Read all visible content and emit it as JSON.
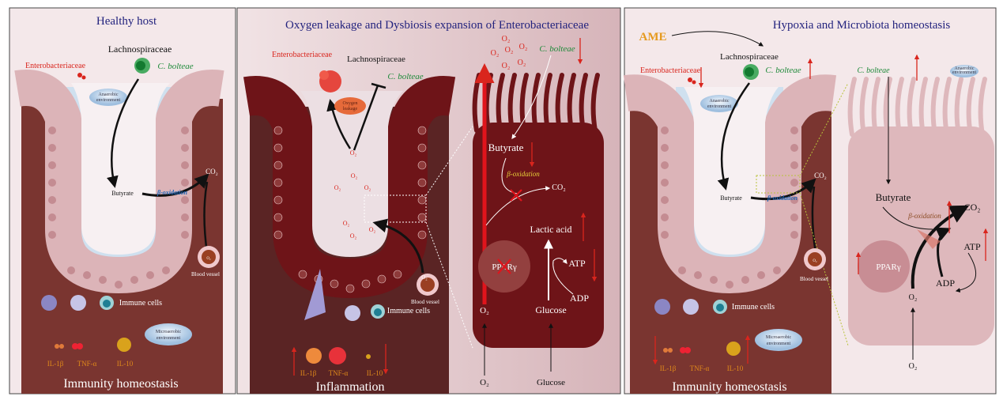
{
  "panels": [
    {
      "title": "Healthy host",
      "lachnospiraceae": "Lachnospiraceae",
      "enterobacteriaceae": "Enterobacteriaceae",
      "c_bolteae": "C. bolteae",
      "anaerobic_env": [
        "Anaerobic",
        "environment"
      ],
      "butyrate": "Butyrate",
      "beta_oxidation": "β-oxidation",
      "co2": "CO₂",
      "blood_vessel": "Blood vessel",
      "vessel_o2": "O₂",
      "immune_cells": "Immune cells",
      "microaerobic_env": [
        "Microaerobic",
        "environment"
      ],
      "il1b": "IL-1β",
      "tnfa": "TNF-α",
      "il10": "IL-10",
      "footer": "Immunity homeostasis"
    },
    {
      "title": "Oxygen leakage and Dysbiosis expansion of Enterobacteriaceae",
      "enterobacteriaceae": "Enterobacteriaceae",
      "lachnospiraceae": "Lachnospiraceae",
      "c_bolteae": "C. bolteae",
      "oxygen_leakage": [
        "Oxygen",
        "leakage"
      ],
      "o2": "O₂",
      "blood_vessel": "Blood vessel",
      "immune_cells": "Immune cells",
      "il1b": "IL-1β",
      "tnfa": "TNF-α",
      "il10": "IL-10",
      "footer": "Inflammation",
      "cell": {
        "c_bolteae": "C. bolteae",
        "butyrate": "Butyrate",
        "beta_oxidation": "β-oxidation",
        "co2": "CO₂",
        "lactic_acid": "Lactic acid",
        "ppar": "PPARγ",
        "atp": "ATP",
        "adp": "ADP",
        "glucose": "Glucose",
        "o2": "O₂"
      }
    },
    {
      "title": "Hypoxia and Microbiota homeostasis",
      "ame": "AME",
      "lachnospiraceae": "Lachnospiraceae",
      "enterobacteriaceae": "Enterobacteriaceae",
      "c_bolteae": "C. bolteae",
      "anaerobic_env": [
        "Anaerobic",
        "environment"
      ],
      "butyrate": "Butyrate",
      "beta_oxidation": "β-oxidation",
      "co2": "CO₂",
      "blood_vessel": "Blood vessel",
      "vessel_o2": "O₂",
      "immune_cells": "Immune cells",
      "microaerobic_env": [
        "Microaerobic",
        "environment"
      ],
      "il1b": "IL-1β",
      "tnfa": "TNF-α",
      "il10": "IL-10",
      "footer": "Immunity homeostasis",
      "cell": {
        "c_bolteae": "C. bolteae",
        "anaerobic_env": [
          "Anaerobic",
          "environment"
        ],
        "butyrate": "Butyrate",
        "beta_oxidation": "β-oxidation",
        "co2": "CO₂",
        "ppar": "PPARγ",
        "atp": "ATP",
        "adp": "ADP",
        "o2": "O₂"
      }
    }
  ],
  "colors": {
    "title": "#23237e",
    "tissue": "#7a3530",
    "healthy_cell": "#dcb4b8",
    "inflamed_cell": "#6e1418",
    "increase_decrease_arrow": "#d9251d",
    "c_bolteae": "#1f8a3a"
  }
}
